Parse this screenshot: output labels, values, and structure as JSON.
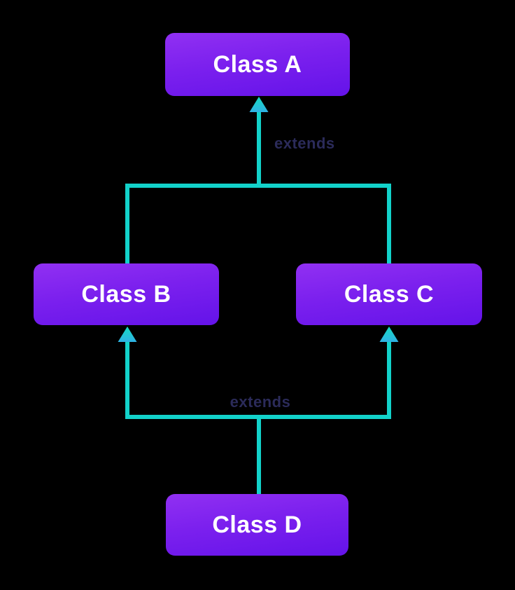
{
  "diagram": {
    "type": "class-inheritance",
    "background_color": "#000000",
    "connector_color": "#12d2ca",
    "arrowhead_gradient": [
      "#14dcc2",
      "#2fb1e4"
    ],
    "node_gradient": [
      "#9130f2",
      "#6413e9"
    ],
    "node_label_color": "#ffffff",
    "edge_label_color": "#2b2b5a",
    "nodes": {
      "a": {
        "label": "Class A"
      },
      "b": {
        "label": "Class B"
      },
      "c": {
        "label": "Class C"
      },
      "d": {
        "label": "Class D"
      }
    },
    "edges": {
      "bc_to_a": {
        "label": "extends",
        "from": [
          "Class B",
          "Class C"
        ],
        "to": [
          "Class A"
        ]
      },
      "d_to_bc": {
        "label": "extends",
        "from": [
          "Class D"
        ],
        "to": [
          "Class B",
          "Class C"
        ]
      }
    }
  }
}
